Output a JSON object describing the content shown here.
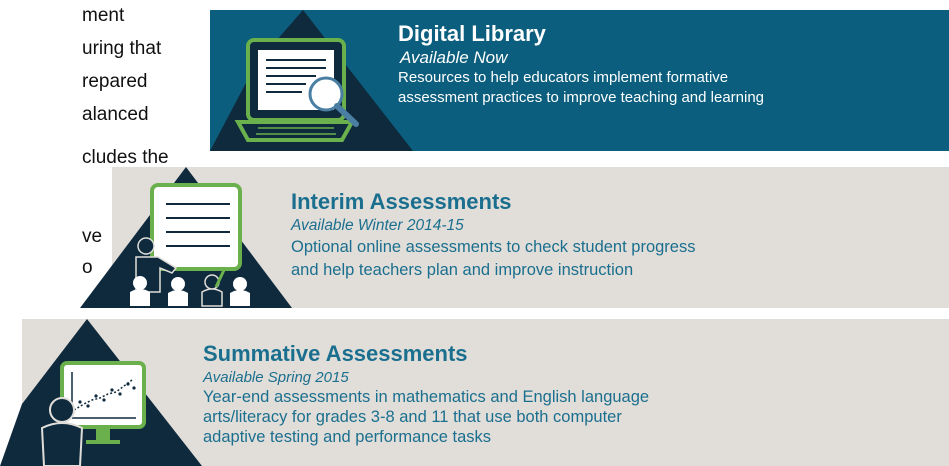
{
  "left_text": {
    "lines": [
      "ment",
      "uring that",
      "repared",
      "alanced",
      "cludes the",
      "ve",
      "o"
    ]
  },
  "tiers": [
    {
      "title": "Digital Library",
      "availability": "Available Now",
      "description": [
        "Resources to help educators implement formative",
        "assessment practices to improve teaching and learning"
      ],
      "icon": "laptop-magnifier-icon"
    },
    {
      "title": "Interim Assessments",
      "availability": "Available Winter 2014-15",
      "description": [
        "Optional online assessments to check student progress",
        "and help teachers plan and improve instruction"
      ],
      "icon": "teacher-classroom-icon"
    },
    {
      "title": "Summative Assessments",
      "availability": "Available Spring 2015",
      "description": [
        "Year-end assessments in mathematics and English language",
        "arts/literacy for grades 3-8 and 11 that use both computer",
        "adaptive testing and performance tasks"
      ],
      "icon": "student-computer-chart-icon"
    }
  ],
  "colors": {
    "top_band": "#0b5e7d",
    "band_gray": "#e1deda",
    "pyramid_dark": "#0f2a3d",
    "icon_green": "#6ab04c",
    "text_teal": "#1b6f8e"
  }
}
